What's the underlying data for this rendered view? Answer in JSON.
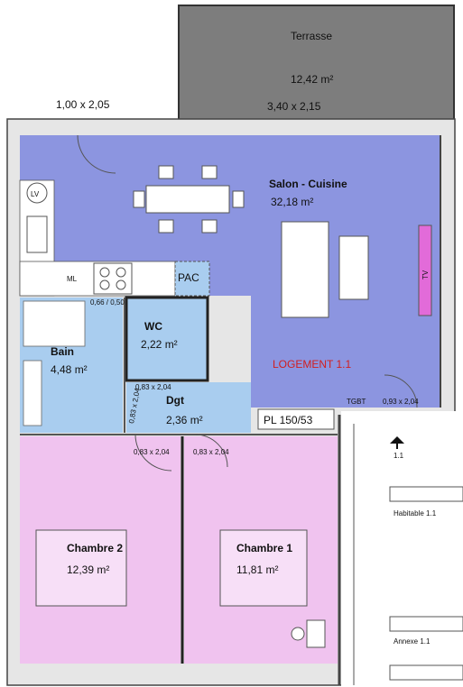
{
  "terrace": {
    "name": "Terrasse",
    "area": "12,42 m²",
    "dims": "3,40 x 2,15"
  },
  "window_top_left": "1,00 x 2,05",
  "rooms": {
    "salon": {
      "name": "Salon - Cuisine",
      "area": "32,18 m²"
    },
    "wc": {
      "name": "WC",
      "area": "2,22 m²"
    },
    "bain": {
      "name": "Bain",
      "area": "4,48 m²"
    },
    "dgt": {
      "name": "Dgt",
      "area": "2,36 m²"
    },
    "chambre2": {
      "name": "Chambre 2",
      "area": "12,39 m²"
    },
    "chambre1": {
      "name": "Chambre 1",
      "area": "11,81 m²"
    }
  },
  "labels": {
    "lv": "LV",
    "ml": "ML",
    "pac": "PAC",
    "tv": "TV",
    "tgbt": "TGBT",
    "logement": "LOGEMENT 1.1",
    "pl": "PL 150/53",
    "entry": "1.1"
  },
  "doors": {
    "bath_door": "0,66 / 0,50",
    "dgt_door": "0,83 x 2,04",
    "dgt_side": "0,83 x 2,04",
    "entry_door": "0,93 x 2,04",
    "ch2_door": "0,83 x 2,04",
    "ch1_door": "0,83 x 2,04"
  },
  "legend": {
    "habitable": "Habitable 1.1",
    "annexe": "Annexe 1.1"
  },
  "colors": {
    "terrace": "#7d7d7d",
    "salon": "#8c95e0",
    "wet": "#a9cdef",
    "bedroom": "#f0c3ef",
    "wall": "#3a3a3a",
    "logement": "#d11f1f"
  }
}
